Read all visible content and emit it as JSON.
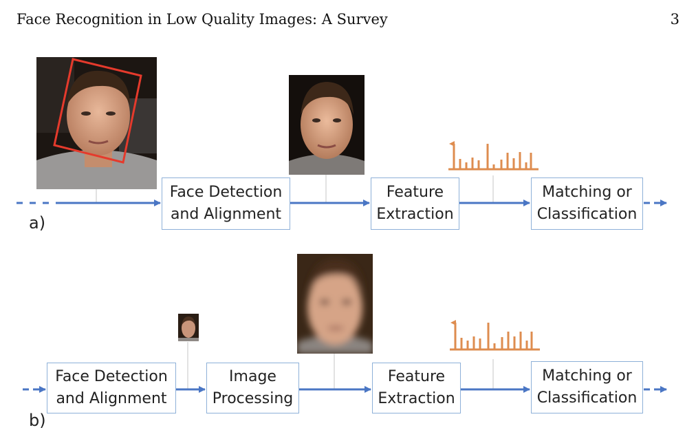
{
  "header": {
    "title": "Face Recognition in Low Quality Images: A Survey",
    "page_number": "3"
  },
  "pipeline_a": {
    "label": "a)",
    "stage1": {
      "line1": "Face Detection",
      "line2": "and Alignment"
    },
    "stage2": {
      "line1": "Feature",
      "line2": "Extraction"
    },
    "stage3": {
      "line1": "Matching or",
      "line2": "Classification"
    }
  },
  "pipeline_b": {
    "label": "b)",
    "stage1": {
      "line1": "Face Detection",
      "line2": "and Alignment"
    },
    "stage2": {
      "line1": "Image",
      "line2": "Processing"
    },
    "stage3": {
      "line1": "Feature",
      "line2": "Extraction"
    },
    "stage4": {
      "line1": "Matching or",
      "line2": "Classification"
    }
  },
  "colors": {
    "arrow": "#4a76c4",
    "box_border": "#8db0d8",
    "histogram": "#de8c4f",
    "detection_box": "#e53a2c"
  },
  "icons": [
    "face-photo",
    "bounding-box",
    "feature-histogram",
    "arrow"
  ]
}
